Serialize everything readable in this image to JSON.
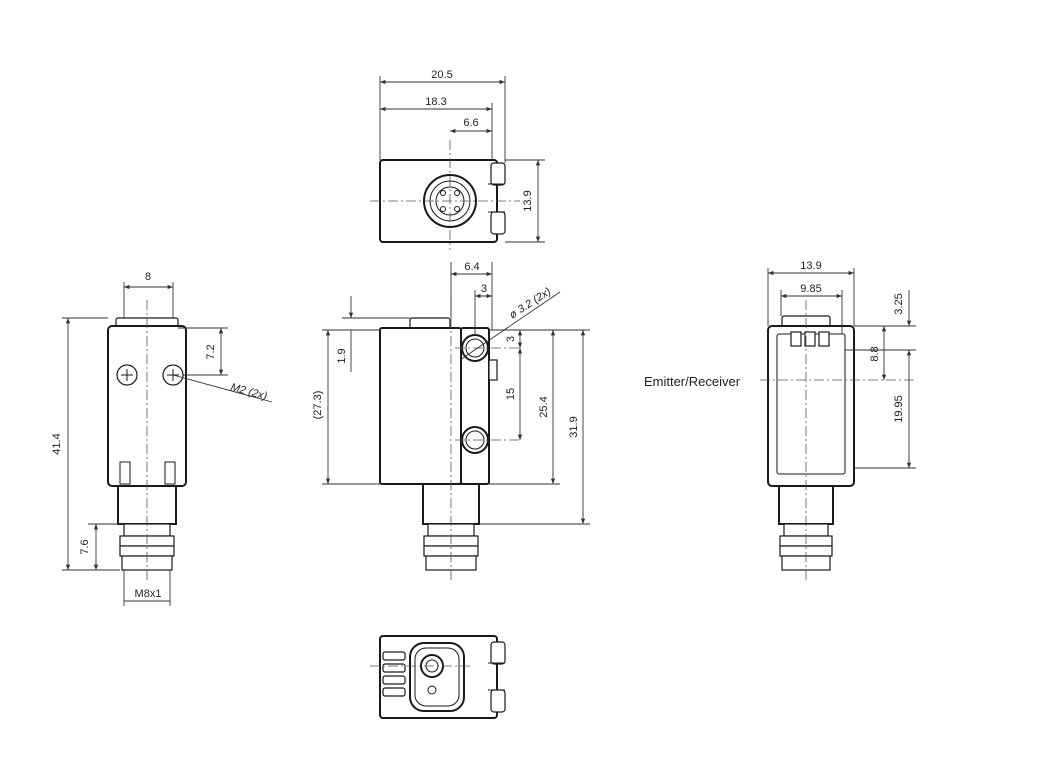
{
  "dimensions": {
    "top_width_overall": "20.5",
    "top_width_body": "18.3",
    "top_connector_offset": "6.6",
    "top_height": "13.9",
    "left_width": "8",
    "left_hole_spacing": "7.2",
    "left_screw_label": "M2 (2x)",
    "left_total_height": "41.4",
    "left_connector_length": "7.6",
    "left_thread_label": "M8x1",
    "front_offset_outer": "6.4",
    "front_offset_inner": "3",
    "front_hole_label": "ø 3.2 (2x)",
    "front_hole_top": "3",
    "front_hole_spacing": "15",
    "front_body_height": "25.4",
    "front_total_height": "31.9",
    "front_top_step": "1.9",
    "front_ref_height": "(27.3)",
    "right_width_overall": "13.9",
    "right_width_window": "9.85",
    "right_top_offset": "3.25",
    "right_window_offset": "8.8",
    "right_window_height": "19.95"
  },
  "labels": {
    "emitter_receiver": "Emitter/Receiver"
  }
}
